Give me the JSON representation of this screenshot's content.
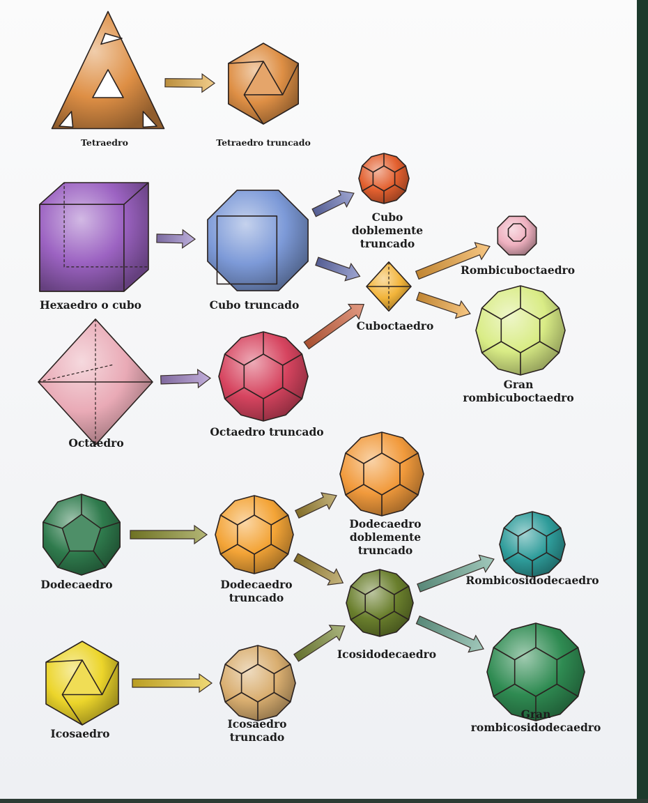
{
  "colors": {
    "tetra": "#de8f45",
    "cube": "#9c63c2",
    "cube_trunc": "#7d9ad8",
    "octa": "#e9aab6",
    "octa_trunc": "#d6445f",
    "cubo_dbl": "#e3602f",
    "cubocta": "#f2b43a",
    "rombicubo": "#efb1c0",
    "gran_rombicubo": "#d9ec86",
    "dodeca": "#2f7b4d",
    "dodeca_trunc": "#f3a437",
    "dodeca_dbl": "#f19a3c",
    "icosido": "#6a7f2d",
    "rombicosido": "#2e9c9a",
    "gran_rombicosido": "#2f8b52",
    "icosa": "#ecd52b",
    "icosa_trunc": "#d9ae70"
  },
  "solids": [
    {
      "key": "tetra",
      "label": [
        "Tetraedro"
      ]
    },
    {
      "key": "tetra_trunc",
      "label": [
        "Tetraedro truncado"
      ]
    },
    {
      "key": "cube",
      "label": [
        "Hexaedro o cubo"
      ]
    },
    {
      "key": "cube_trunc",
      "label": [
        "Cubo truncado"
      ]
    },
    {
      "key": "cubo_dbl",
      "label": [
        "Cubo",
        "doblemente",
        "truncado"
      ]
    },
    {
      "key": "rombicubo",
      "label": [
        "Rombicuboctaedro"
      ]
    },
    {
      "key": "cubocta",
      "label": [
        "Cuboctaedro"
      ]
    },
    {
      "key": "gran_rombicubo",
      "label": [
        "Gran",
        "rombicuboctaedro"
      ]
    },
    {
      "key": "octa",
      "label": [
        "Octaedro"
      ]
    },
    {
      "key": "octa_trunc",
      "label": [
        "Octaedro truncado"
      ]
    },
    {
      "key": "dodeca_dbl",
      "label": [
        "Dodecaedro",
        "doblemente",
        "truncado"
      ]
    },
    {
      "key": "dodeca",
      "label": [
        "Dodecaedro"
      ]
    },
    {
      "key": "dodeca_trunc",
      "label": [
        "Dodecaedro",
        "truncado"
      ]
    },
    {
      "key": "rombicosido",
      "label": [
        "Rombicosidodecaedro"
      ]
    },
    {
      "key": "icosido",
      "label": [
        "Icosidodecaedro"
      ]
    },
    {
      "key": "gran_rombicosido",
      "label": [
        "Gran",
        "rombicosidodecaedro"
      ]
    },
    {
      "key": "icosa",
      "label": [
        "Icosaedro"
      ]
    },
    {
      "key": "icosa_trunc",
      "label": [
        "Icosaedro",
        "truncado"
      ]
    }
  ],
  "arrows": [
    {
      "from": "tetra",
      "to": "tetra_trunc"
    },
    {
      "from": "cube",
      "to": "cube_trunc"
    },
    {
      "from": "cube_trunc",
      "to": "cubo_dbl"
    },
    {
      "from": "cube_trunc",
      "to": "cubocta"
    },
    {
      "from": "octa",
      "to": "octa_trunc"
    },
    {
      "from": "octa_trunc",
      "to": "cubocta"
    },
    {
      "from": "cubocta",
      "to": "rombicubo"
    },
    {
      "from": "cubocta",
      "to": "gran_rombicubo"
    },
    {
      "from": "dodeca",
      "to": "dodeca_trunc"
    },
    {
      "from": "dodeca_trunc",
      "to": "dodeca_dbl"
    },
    {
      "from": "dodeca_trunc",
      "to": "icosido"
    },
    {
      "from": "icosa",
      "to": "icosa_trunc"
    },
    {
      "from": "icosa_trunc",
      "to": "icosido"
    },
    {
      "from": "icosido",
      "to": "rombicosido"
    },
    {
      "from": "icosido",
      "to": "gran_rombicosido"
    }
  ]
}
